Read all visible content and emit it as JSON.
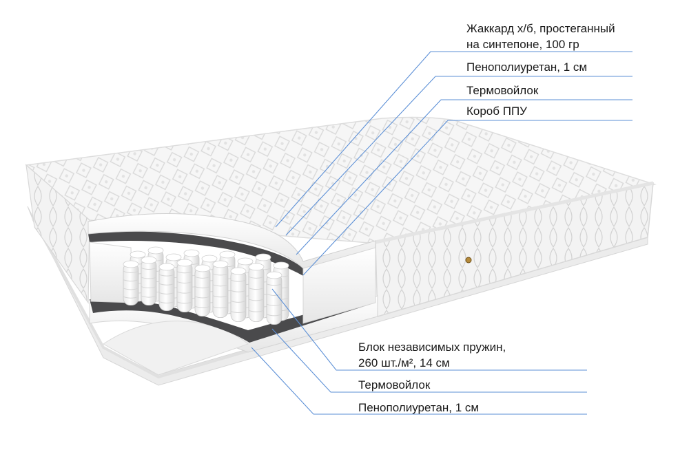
{
  "labels_top": [
    {
      "lines": [
        "Жаккард х/б, простеганный",
        "на синтепоне, 100 гр"
      ]
    },
    {
      "lines": [
        "Пенополиуретан, 1 см"
      ]
    },
    {
      "lines": [
        "Термовойлок"
      ]
    },
    {
      "lines": [
        "Короб ППУ"
      ]
    }
  ],
  "labels_bottom": [
    {
      "lines": [
        "Блок независимых пружин,",
        "260 шт./м², 14 см"
      ]
    },
    {
      "lines": [
        "Термовойлок"
      ]
    },
    {
      "lines": [
        "Пенополиуретан, 1 см"
      ]
    }
  ],
  "colors": {
    "leader_line": "#5b8fd6",
    "felt": "#4a4a4c",
    "foam": "#f4f4f4",
    "fabric": "#f7f7f7"
  }
}
